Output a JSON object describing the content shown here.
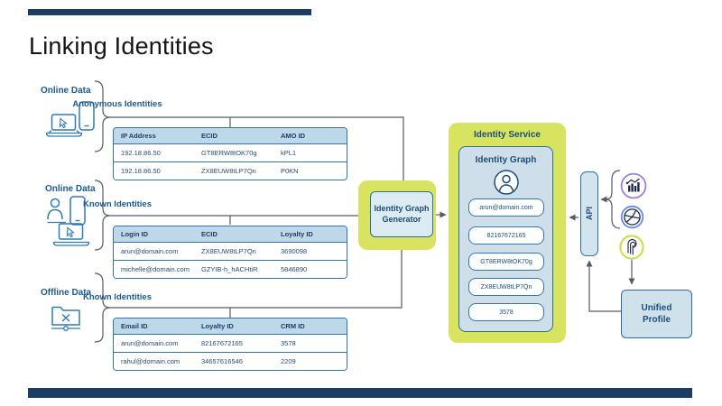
{
  "title": "Linking Identities",
  "sources": [
    {
      "label": "Online Data",
      "icons": [
        "laptop-icon",
        "phone-icon"
      ]
    },
    {
      "label": "Online Data",
      "icons": [
        "person-icon",
        "phone-icon",
        "laptop-icon"
      ]
    },
    {
      "label": "Offline Data",
      "icons": [
        "offline-folder-icon"
      ]
    }
  ],
  "tables": [
    {
      "title": "Anonymous Identities",
      "headers": [
        "IP Address",
        "ECID",
        "AMO ID"
      ],
      "rows": [
        [
          "192.18.86.50",
          "GT8ERW8tOK70g",
          "kPL1"
        ],
        [
          "192.18.86.50",
          "ZX8EUW8tLP7Qn",
          "P0KN"
        ]
      ]
    },
    {
      "title": "Known Identities",
      "headers": [
        "Login ID",
        "ECID",
        "Loyalty ID"
      ],
      "rows": [
        [
          "arun@domain.com",
          "ZX8EUW8tLP7Qn",
          "3690098"
        ],
        [
          "michelle@domain.com",
          "GZYIB-h_hACHtiR",
          "5846890"
        ]
      ]
    },
    {
      "title": "Known Identities",
      "headers": [
        "Email ID",
        "Loyalty ID",
        "CRM ID"
      ],
      "rows": [
        [
          "arun@domain.com",
          "82167672165",
          "3578"
        ],
        [
          "rahul@domain.com",
          "34657616546",
          "2209"
        ]
      ]
    }
  ],
  "generator": {
    "label": "Identity Graph Generator"
  },
  "identity_service": {
    "title": "Identity Service",
    "graph_title": "Identity Graph",
    "graph_icon": "profile-person-icon",
    "ids": [
      "arun@domain.com",
      "82167672165",
      "GT8ERW8tOK70g",
      "ZX8EUW8tLP7Qn",
      "3578"
    ]
  },
  "api": {
    "label": "API"
  },
  "unified_profile": {
    "label": "Unified Profile"
  },
  "consumers": {
    "icons": [
      "analytics-chart-icon",
      "pie-chart-icon",
      "platform-loop-icon"
    ]
  },
  "colors": {
    "navy_bar": "#1b3c63",
    "accent_green": "#d8e35f",
    "border_blue": "#2e75ae",
    "header_row_blue": "#bed8e9",
    "panel_blue": "#cfdfe9",
    "text_navy": "#1d4e79",
    "label_blue": "#1d5a8e",
    "line_gray": "#565b61",
    "icon_blue": "#2e7ab8",
    "purple_ring": "#9c7ee2",
    "blue_ring": "#5f8ceb",
    "green_ring": "#cbdd3e"
  }
}
